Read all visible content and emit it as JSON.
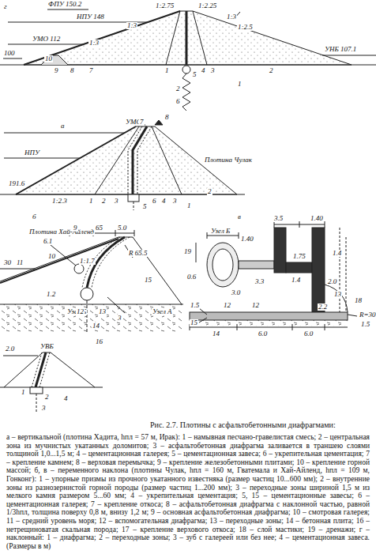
{
  "diagram": {
    "title": "Рис. 2.7. Плотины с асфальтобетонными диафрагмами:",
    "caption": "а – вертикальной (плотина Хадита, hпл = 57 м, Ирак): 1 – намывная песчано-гравелистая смесь; 2 – центральная зона из мучнистых укатанных доломитов; 3 – асфальтобетонная диафрагма заливается в траншею слоями толщиной 1,0...1,5 м; 4 – цементационная галерея; 5 – цементационная завеса; 6 – укрепительная цементация; 7 – крепление камнем; 8 – верховая перемычка; 9 – крепление железобетонными плитами; 10 – крепление горной массой; б, в – переменного наклона (плотины Чулак, hпл = 160 м, Гватемала и Хай-Айленд, hпл = 109 м, Гонконг): 1 – упорные призмы из прочного укатанного известняка (размер частиц 10...600 мм); 2 – внутренние зоны из разнозернистой горной породы (размер частиц 1...200 мм); 3 – переходные зоны шириной 1,5 м из мелкого камня размером 5...60 мм; 4 – укрепительная цементация; 5, 15 – цементационные завесы; 6 – цементационная галерея; 7 – крепление откоса; 8 – асфальтобетонная диафрагма с наклонной частью, равной 1/3hпл, толщина поверху 0,8 м, внизу 1,2 м; 9 – основная асфальтобетонная диафрагма; 10 – смотровая галерея; 11 – средний уровень моря; 12 – вспомогательная диафрагма; 13 – переходные зоны; 14 – бетонная плита; 16 – нетрещиноватая скальная порода; 17 – крепление верхового откоса; 18 – слой мастики; 19 – дренажи; г – наклонный: 1 – диафрагма; 2 – переходные зоны; 3 – зуб с галереей или без нее; 4 – цементационная завеса. (Размеры в м)",
    "labels": [
      "ФПУ 150.2",
      "НПУ 148",
      "УМО 112",
      "100",
      "УНБ 107.1",
      "1:3",
      "1:3",
      "1:2.75",
      "1:2.25",
      "1:2.5",
      "1:3",
      "10",
      "9",
      "8",
      "7",
      "1",
      "2",
      "6",
      "5",
      "4",
      "3",
      "2",
      "1",
      "а",
      "НПУ",
      "УМО",
      "7",
      "8",
      "191.6",
      "Плотина Чулак",
      "1:2.3",
      "1",
      "2",
      "3",
      "5",
      "6",
      "4",
      "3",
      "2",
      "1",
      "б",
      "Плотина Хай-Айленд",
      "9",
      "65",
      "5.0",
      "6.1",
      "10",
      "1:1.7",
      "R 65.5",
      "30",
      "11",
      "1.2",
      "Узел Б",
      "12",
      "13",
      "14",
      "15",
      "3",
      "Узел А",
      "16",
      "в",
      "Узел Б",
      "3.5",
      "1.40",
      "1.40",
      "19",
      "1.75",
      "0.6",
      "3.0",
      "3.3",
      "1.4",
      "2.0",
      "1.4",
      "13",
      "12",
      "12",
      "2.2",
      "R=30",
      "18",
      "1.5",
      "1.5",
      "15",
      "14",
      "6.0",
      "6.0",
      "2.0",
      "УВБ",
      "1",
      "2",
      "3",
      "4",
      "г"
    ]
  }
}
